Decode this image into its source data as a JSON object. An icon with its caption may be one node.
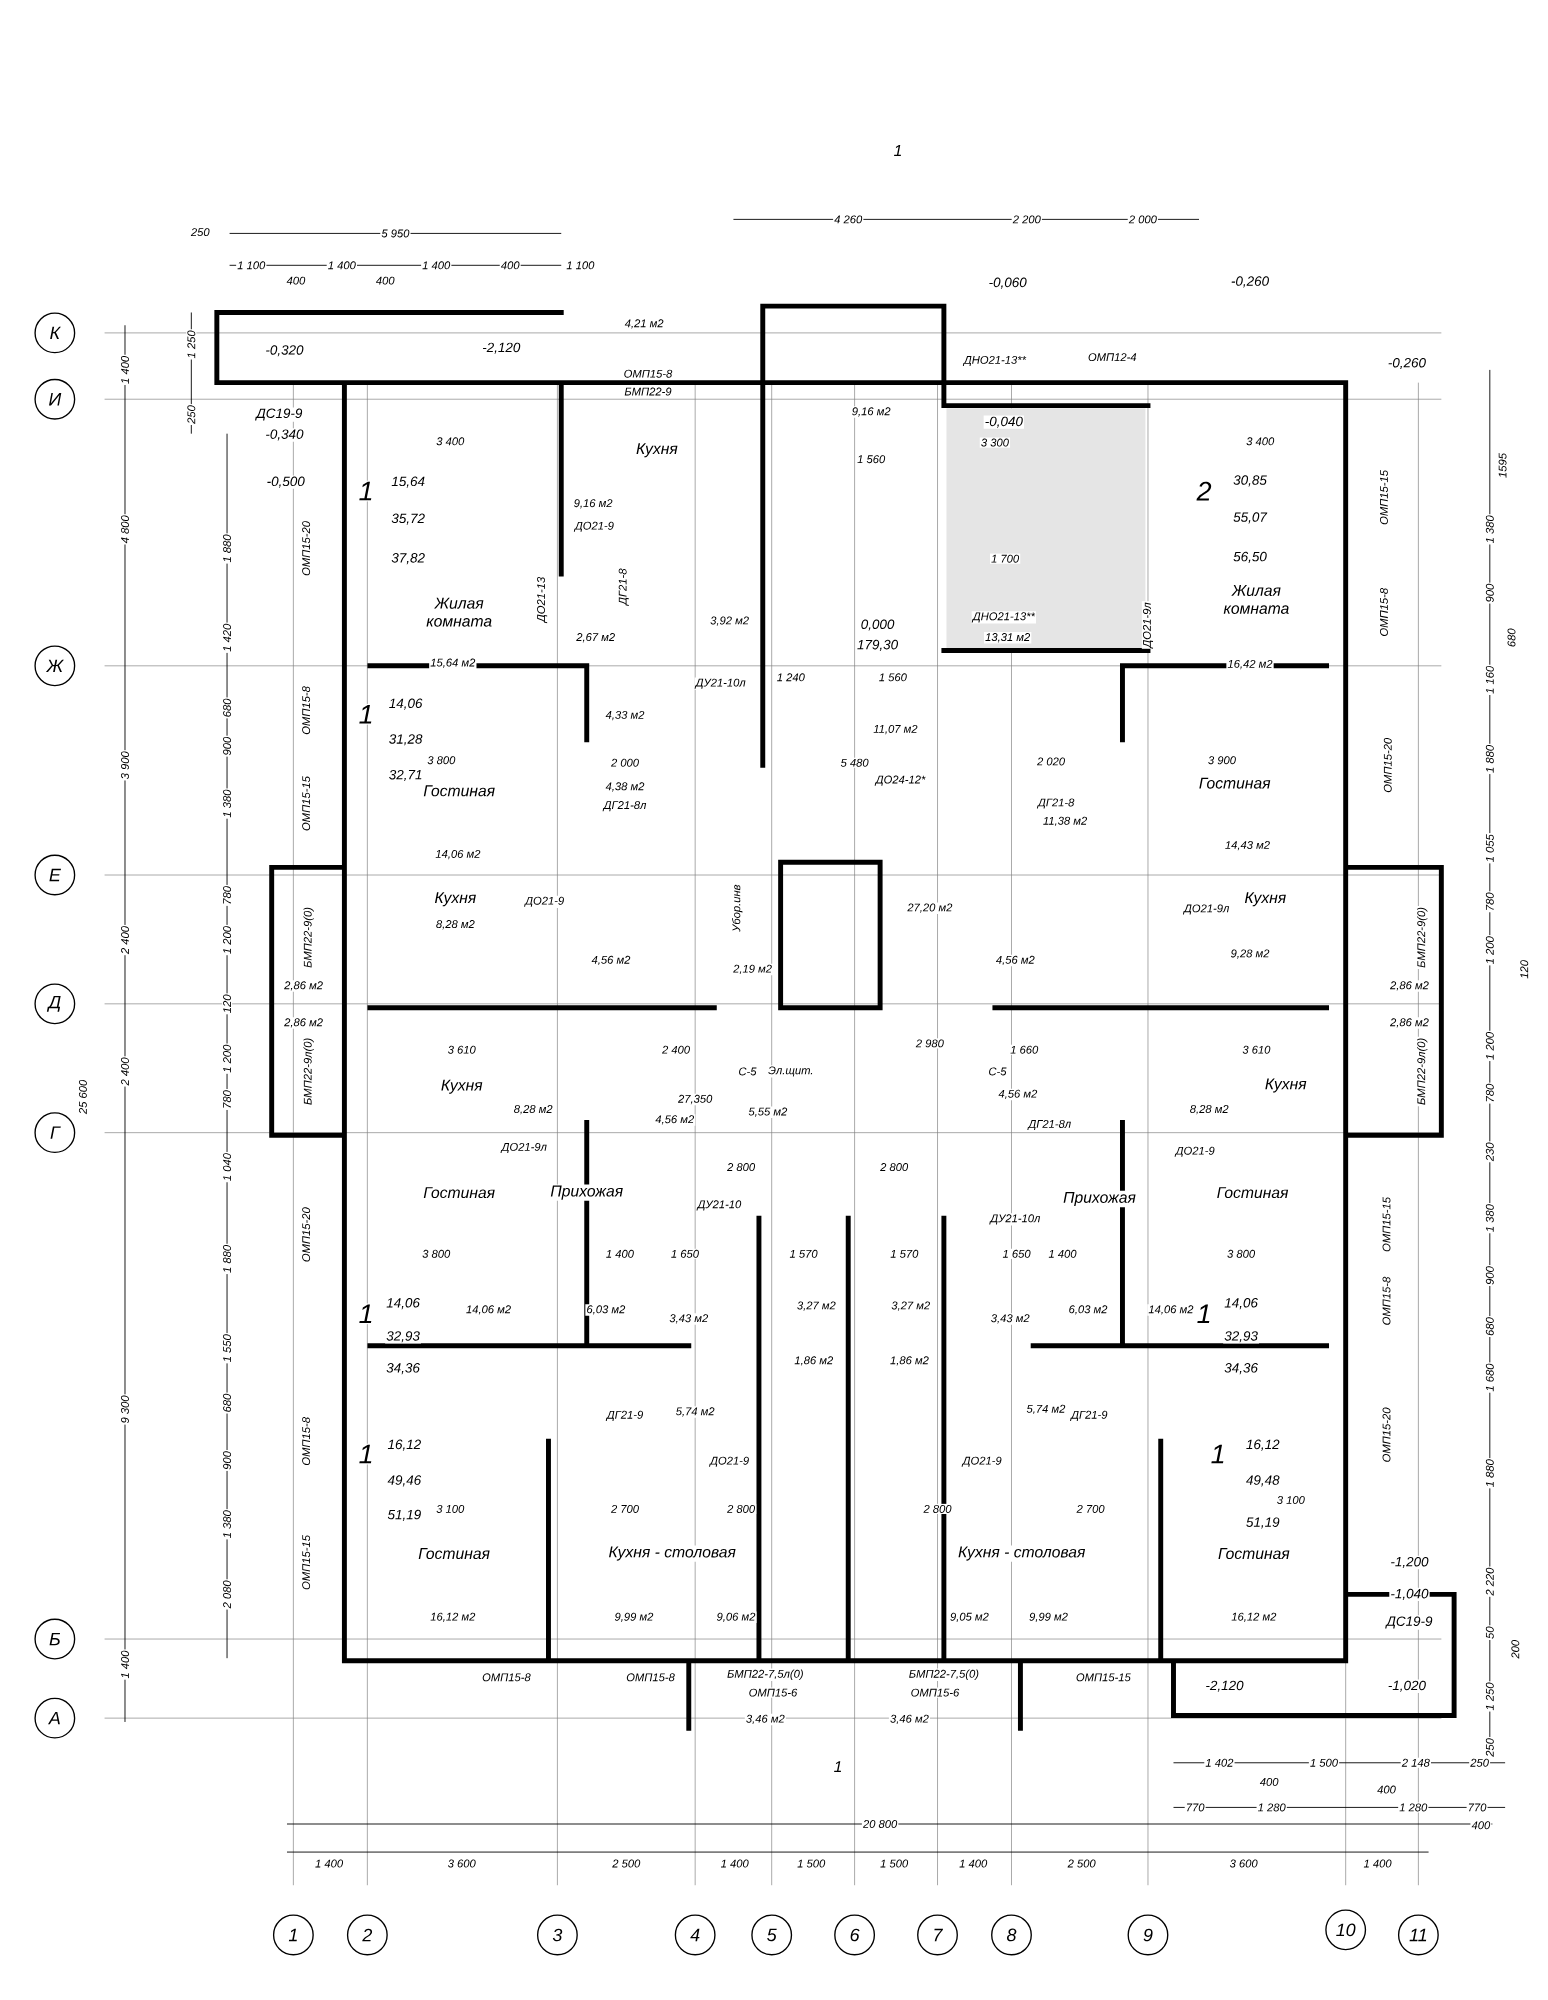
{
  "diagram": {
    "nodes": [
      {
        "text": [
          "К"
        ]
      },
      {
        "text": [
          "И"
        ]
      },
      {
        "text": [
          "Ж"
        ]
      },
      {
        "text": [
          "Е"
        ]
      },
      {
        "text": [
          "Д"
        ]
      },
      {
        "text": [
          "Г"
        ]
      },
      {
        "text": [
          "Б"
        ]
      },
      {
        "text": [
          "А"
        ]
      },
      {
        "text": [
          "1"
        ]
      },
      {
        "text": [
          "2"
        ]
      },
      {
        "text": [
          "3"
        ]
      },
      {
        "text": [
          "4"
        ]
      },
      {
        "text": [
          "5"
        ]
      },
      {
        "text": [
          "6"
        ]
      },
      {
        "text": [
          "7"
        ]
      },
      {
        "text": [
          "8"
        ]
      },
      {
        "text": [
          "9"
        ]
      },
      {
        "text": [
          "10"
        ]
      },
      {
        "text": [
          "11"
        ]
      }
    ],
    "labels": [
      "1",
      "250",
      "5 950",
      "4 260",
      "2 200",
      "2 000",
      "1 100",
      "400",
      "1 400",
      "400",
      "1 400",
      "400",
      "1 100",
      "-0,060",
      "-0,260",
      "4,21 м2",
      "-0,320",
      "-2,120",
      "ДНО21-13**",
      "ОМП12-4",
      "-0,260",
      "ОМП15-8",
      "БМП22-9",
      "ДС19-9",
      "9,16 м2",
      "-0,040",
      "-0,340",
      "3 400",
      "Кухня",
      "1 560",
      "3 300",
      "-0,500",
      "1 700",
      "1",
      "15,64",
      "35,72",
      "37,82",
      "Жилая комната",
      "15,64 м2",
      "9,16 м2",
      "ДО21-9",
      "ДО21-13",
      "2,67 м2",
      "3,92 м2",
      "ДГ21-8",
      "0,000",
      "179,30",
      "ДНО21-13**",
      "13,31 м2",
      "1 240",
      "1 560",
      "ДУ21-10л",
      "11,07 м2",
      "4,33 м2",
      "5 480",
      "ДО24-12*",
      "2 000",
      "2 020",
      "2",
      "30,85",
      "55,07",
      "56,50",
      "Жилая комната",
      "16,42 м2",
      "3 400",
      "ДО21-9л",
      "1",
      "14,06",
      "31,28",
      "32,71",
      "3 800",
      "Гостиная",
      "3 900",
      "Гостиная",
      "14,06 м2",
      "4,38 м2",
      "ДГ21-8л",
      "14,43 м2",
      "ДГ21-8",
      "11,38 м2",
      "Кухня",
      "8,28 м2",
      "ДО21-9",
      "4,56 м2",
      "Убор.инв",
      "2,19 м2",
      "27,20 м2",
      "4,56 м2",
      "Кухня",
      "9,28 м2",
      "ДО21-9л",
      "2,86 м2",
      "2,86 м2",
      "2,86 м2",
      "2,86 м2",
      "3 610",
      "2 400",
      "2 980",
      "1 660",
      "3 610",
      "С-5",
      "Эл.щит.",
      "С-5",
      "Кухня",
      "8,28 м2",
      "27,350",
      "4,56 м2",
      "5,55 м2",
      "4,56 м2",
      "8,28 м2",
      "Кухня",
      "ДО21-9л",
      "ДО21-9",
      "ДГ21-8л",
      "Гостиная",
      "Прихожая",
      "2 800",
      "2 800",
      "Прихожая",
      "Гостиная",
      "ДУ21-10",
      "ДУ21-10л",
      "3 800",
      "1 400",
      "1 650",
      "1 570",
      "1 570",
      "1 650",
      "1 400",
      "3 800",
      "1",
      "14,06",
      "32,93",
      "34,36",
      "14,06 м2",
      "6,03 м2",
      "3,43 м2",
      "3,27 м2",
      "3,27 м2",
      "3,43 м2",
      "6,03 м2",
      "14,06 м2",
      "1",
      "14,06",
      "32,93",
      "34,36",
      "1,86 м2",
      "1,86 м2",
      "1",
      "16,12",
      "49,46",
      "51,19",
      "ДГ21-9",
      "5,74 м2",
      "ДО21-9",
      "5,74 м2",
      "ДГ21-9",
      "ДО21-9",
      "1",
      "16,12",
      "49,48",
      "51,19",
      "3 100",
      "2 700",
      "2 800",
      "2 800",
      "2 700",
      "3 100",
      "Гостиная",
      "Кухня - столовая",
      "Кухня - столовая",
      "Гостиная",
      "16,12 м2",
      "9,99 м2",
      "9,06 м2",
      "9,05 м2",
      "9,99 м2",
      "16,12 м2",
      "-1,200",
      "-1,040",
      "ДС19-9",
      "ОМП15-8",
      "ОМП15-8",
      "БМП22-7,5л(0)",
      "ОМП15-6",
      "БМП22-7,5(0)",
      "ОМП15-6",
      "ОМП15-15",
      "3,46 м2",
      "3,46 м2",
      "-2,120",
      "-1,020",
      "1 402",
      "1 500",
      "2 148",
      "250",
      "400",
      "400",
      "770",
      "1 280",
      "1 280",
      "770",
      "20 800",
      "400",
      "1 400",
      "3 600",
      "2 500",
      "1 400",
      "1 500",
      "1 500",
      "1 400",
      "2 500",
      "3 600",
      "1 400",
      "1",
      "1 400",
      "4 800",
      "3 900",
      "2 400",
      "25 600",
      "2 400",
      "9 300",
      "1 400",
      "1 250",
      "250",
      "1 880",
      "1 420",
      "680",
      "900",
      "1 380",
      "780",
      "1 200",
      "120",
      "1 200",
      "780",
      "1 040",
      "1 880",
      "1 550",
      "680",
      "900",
      "1 380",
      "2 080",
      "1595",
      "1 380",
      "900",
      "680",
      "1 160",
      "1 880",
      "1 055",
      "780",
      "1 200",
      "120",
      "1 200",
      "780",
      "230",
      "1 380",
      "900",
      "680",
      "1 680",
      "1 880",
      "2 220",
      "50",
      "200",
      "1 250",
      "250",
      "ОМП15-20",
      "ОМП15-8",
      "ОМП15-15",
      "БМП22-9(0)",
      "БМП22-9л(0)",
      "ОМП15-20",
      "ОМП15-8",
      "ОМП15-15",
      "ОМП15-15",
      "ОМП15-8",
      "ОМП15-20",
      "БМП22-9(0)",
      "БМП22-9л(0)",
      "ОМП15-15",
      "ОМП15-8",
      "ОМП15-20"
    ]
  }
}
